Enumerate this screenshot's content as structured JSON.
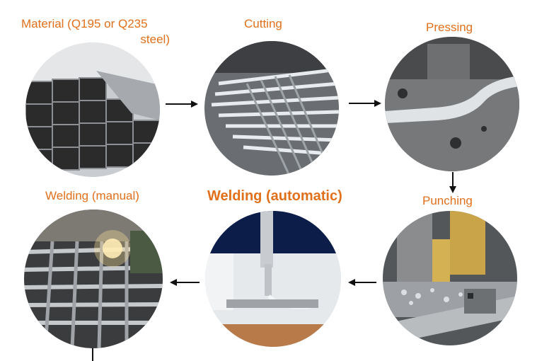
{
  "steps": [
    {
      "id": "material",
      "label_line1": "Material (Q195 or Q235",
      "label_line2": "steel)"
    },
    {
      "id": "cutting",
      "label": "Cutting"
    },
    {
      "id": "pressing",
      "label": "Pressing"
    },
    {
      "id": "punching",
      "label": "Punching"
    },
    {
      "id": "welding_auto",
      "label": "Welding (automatic)"
    },
    {
      "id": "welding_manual",
      "label": "Welding (manual)"
    }
  ],
  "colors": {
    "label": "#e0701c",
    "arrow": "#111111"
  }
}
